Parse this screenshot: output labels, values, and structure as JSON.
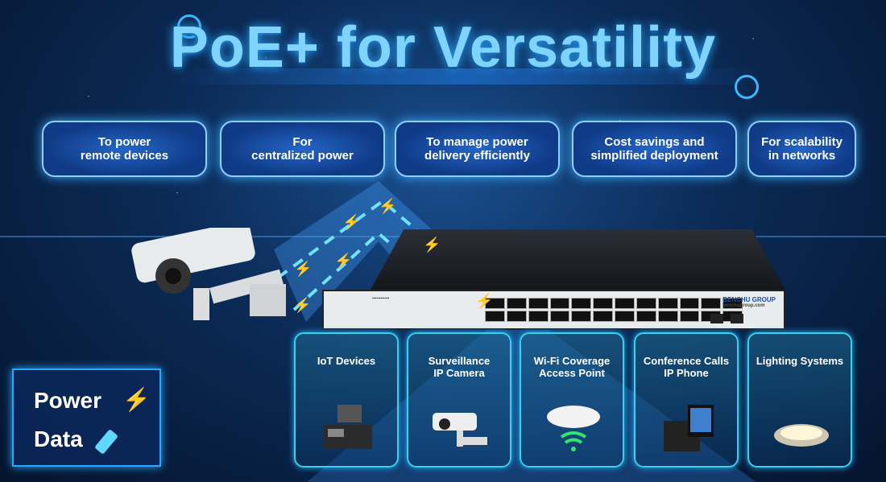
{
  "title": "PoE+ for Versatility",
  "benefits": [
    {
      "line1": "To power",
      "line2": "remote devices"
    },
    {
      "line1": "For",
      "line2": "centralized power"
    },
    {
      "line1": "To manage power",
      "line2": "delivery efficiently"
    },
    {
      "line1": "Cost savings and",
      "line2": "simplified deployment"
    },
    {
      "line1": "For scalability",
      "line2": "in networks"
    }
  ],
  "switch": {
    "brand": "BENCHU GROUP",
    "website": "benchugroup.com"
  },
  "applications": [
    {
      "line1": "IoT Devices",
      "line2": ""
    },
    {
      "line1": "Surveillance",
      "line2": "IP Camera"
    },
    {
      "line1": "Wi-Fi Coverage",
      "line2": "Access Point"
    },
    {
      "line1": "Conference Calls",
      "line2": "IP Phone"
    },
    {
      "line1": "Lighting Systems",
      "line2": ""
    }
  ],
  "legend": {
    "power": "Power",
    "data": "Data"
  },
  "colors": {
    "accent": "#39d0e8",
    "title": "#7fd3ff",
    "bolt": "#ffd21a"
  }
}
